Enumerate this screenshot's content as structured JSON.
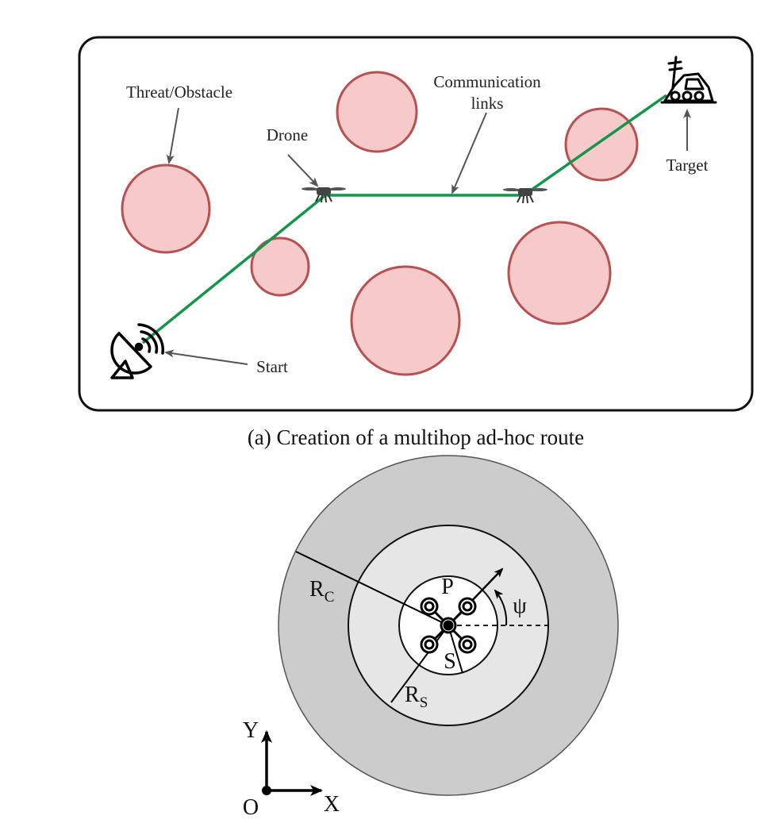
{
  "panel_a": {
    "labels": {
      "threat": "Threat/Obstacle",
      "drone": "Drone",
      "comm_line1": "Communication",
      "comm_line2": "links",
      "target": "Target",
      "start": "Start"
    },
    "caption": "(a) Creation of a multihop ad-hoc route",
    "colors": {
      "obstacle_fill": "#f6caca",
      "obstacle_stroke": "#b95050",
      "link": "#14964a",
      "border": "#111111"
    },
    "icons": [
      "satellite-dish-icon",
      "drone-icon",
      "target-vehicle-icon"
    ]
  },
  "panel_b": {
    "labels": {
      "rc_main": "R",
      "rc_sub": "C",
      "rs_main": "R",
      "rs_sub": "S",
      "p": "P",
      "s": "S",
      "psi": "ψ",
      "y_axis": "Y",
      "x_axis": "X",
      "origin": "O"
    },
    "colors": {
      "outer_ring": "#cccccc",
      "middle_ring": "#e6e6e6",
      "inner_disc": "#ffffff"
    },
    "icons": [
      "quadcopter-icon"
    ]
  }
}
